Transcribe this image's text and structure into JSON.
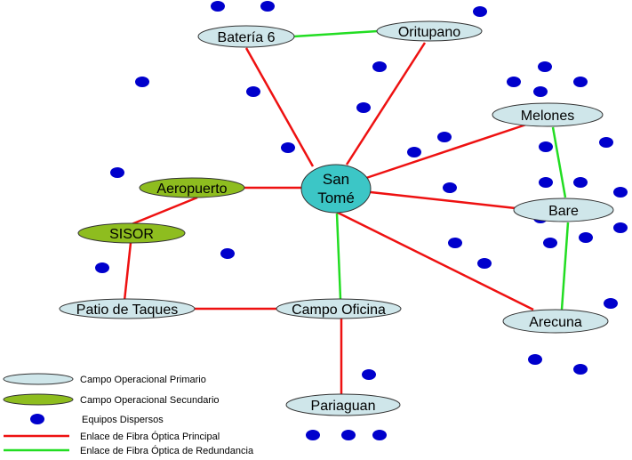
{
  "colors": {
    "primary_fill": "#cfe6ea",
    "secondary_fill": "#8ebd1f",
    "center_fill": "#3cc6c6",
    "dot_fill": "#0000cc",
    "main_link": "#ee1111",
    "redundant_link": "#22dd22",
    "outline": "#333333"
  },
  "nodes": {
    "san_tome": {
      "line1": "San",
      "line2": "Tomé"
    },
    "bateria6": {
      "label": "Batería 6"
    },
    "oritupano": {
      "label": "Oritupano"
    },
    "melones": {
      "label": "Melones"
    },
    "bare": {
      "label": "Bare"
    },
    "arecuna": {
      "label": "Arecuna"
    },
    "campo_oficina": {
      "label": "Campo Oficina"
    },
    "pariaguan": {
      "label": "Pariaguan"
    },
    "patio_taques": {
      "label": "Patio de Taques"
    },
    "aeropuerto": {
      "label": "Aeropuerto"
    },
    "sisor": {
      "label": "SISOR"
    }
  },
  "legend": {
    "primary": "Campo Operacional Primario",
    "secondary": "Campo Operacional Secundario",
    "dots": "Equipos Dispersos",
    "main_link": "Enlace de Fibra Óptica Principal",
    "redundant_link": "Enlace de Fibra Óptica de Redundancia"
  }
}
